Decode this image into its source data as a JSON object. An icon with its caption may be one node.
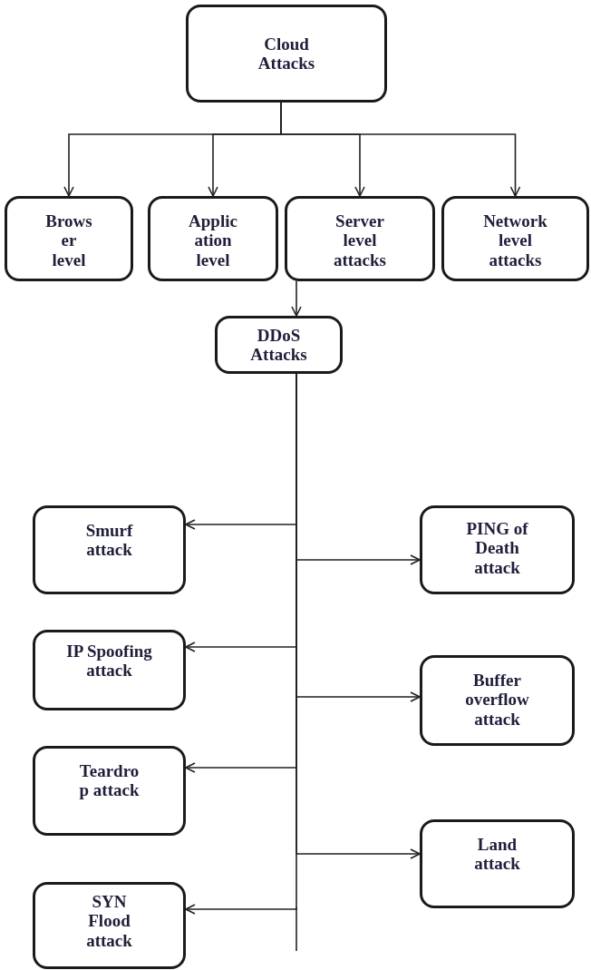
{
  "diagram": {
    "nodes": [
      {
        "text": [
          "Cloud Attacks"
        ]
      },
      {
        "text": [
          "Brows er level"
        ]
      },
      {
        "text": [
          "Applic ation level"
        ]
      },
      {
        "text": [
          "Server level attacks"
        ]
      },
      {
        "text": [
          "Network level attacks"
        ]
      },
      {
        "text": [
          "DDoS Attacks"
        ]
      },
      {
        "text": [
          "Smurf attack"
        ]
      },
      {
        "text": [
          "PING of Death attack"
        ]
      },
      {
        "text": [
          "IP Spoofing attack"
        ]
      },
      {
        "text": [
          "Buffer overflow attack"
        ]
      },
      {
        "text": [
          "Teardro p attack"
        ]
      },
      {
        "text": [
          "Land attack"
        ]
      },
      {
        "text": [
          "SYN Flood attack"
        ]
      }
    ],
    "edges": [
      {
        "from": 0,
        "to": 1,
        "arrow": "to"
      },
      {
        "from": 0,
        "to": 2,
        "arrow": "to"
      },
      {
        "from": 0,
        "to": 3,
        "arrow": "to"
      },
      {
        "from": 0,
        "to": 4,
        "arrow": "to"
      },
      {
        "from": 3,
        "to": 5,
        "arrow": "to"
      },
      {
        "from": 5,
        "to": 6,
        "arrow": "to"
      },
      {
        "from": 5,
        "to": 7,
        "arrow": "to"
      },
      {
        "from": 5,
        "to": 8,
        "arrow": "to"
      },
      {
        "from": 5,
        "to": 9,
        "arrow": "to"
      },
      {
        "from": 5,
        "to": 10,
        "arrow": "to"
      },
      {
        "from": 5,
        "to": 11,
        "arrow": "to"
      },
      {
        "from": 5,
        "to": 12,
        "arrow": "to"
      }
    ]
  }
}
